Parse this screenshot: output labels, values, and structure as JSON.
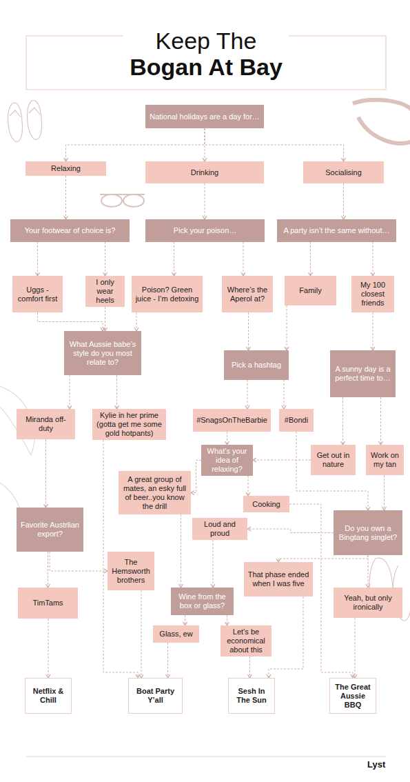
{
  "diagram": {
    "title": "Keep The Bogan At Bay",
    "nodes": [
      {
        "text": [
          "National holidays are a day for…"
        ]
      },
      {
        "text": [
          "Relaxing"
        ]
      },
      {
        "text": [
          "Drinking"
        ]
      },
      {
        "text": [
          "Socialising"
        ]
      },
      {
        "text": [
          "Your footwear of choice is?"
        ]
      },
      {
        "text": [
          "Pick your poison…"
        ]
      },
      {
        "text": [
          "A party isn’t the same without…"
        ]
      },
      {
        "text": [
          "Uggs - comfort first"
        ]
      },
      {
        "text": [
          "I only wear heels"
        ]
      },
      {
        "text": [
          "Poison? Green juice - I’m detoxing"
        ]
      },
      {
        "text": [
          "Where’s the Aperol at?"
        ]
      },
      {
        "text": [
          "Family"
        ]
      },
      {
        "text": [
          "My 100 closest friends"
        ]
      },
      {
        "text": [
          "What Aussie babe’s style do you most relate to?"
        ]
      },
      {
        "text": [
          "Pick a hashtag"
        ]
      },
      {
        "text": [
          "A sunny day is a perfect time to…"
        ]
      },
      {
        "text": [
          "Miranda off-duty"
        ]
      },
      {
        "text": [
          "Kylie in her prime (gotta get me some gold hotpants)"
        ]
      },
      {
        "text": [
          "#SnagsOnTheBarbie"
        ]
      },
      {
        "text": [
          "#Bondi"
        ]
      },
      {
        "text": [
          "What’s your idea of relaxing?"
        ]
      },
      {
        "text": [
          "Get out in nature"
        ]
      },
      {
        "text": [
          "Work on my tan"
        ]
      },
      {
        "text": [
          "A great group of mates, an esky full of beer..you know the drill"
        ]
      },
      {
        "text": [
          "Cooking"
        ]
      },
      {
        "text": [
          "Favorite Austrlian export?"
        ]
      },
      {
        "text": [
          "Do you own a Bingtang singlet?"
        ]
      },
      {
        "text": [
          "Loud and proud"
        ]
      },
      {
        "text": [
          "The Hemsworth brothers"
        ]
      },
      {
        "text": [
          "That phase ended when I was five"
        ]
      },
      {
        "text": [
          "TimTams"
        ]
      },
      {
        "text": [
          "Wine from the box or glass?"
        ]
      },
      {
        "text": [
          "Yeah, but only ironically"
        ]
      },
      {
        "text": [
          "Glass, ew"
        ]
      },
      {
        "text": [
          "Let’s be economical about this"
        ]
      },
      {
        "text": [
          "Netflix & Chill"
        ]
      },
      {
        "text": [
          "Boat Party Y’all"
        ]
      },
      {
        "text": [
          "Sesh In The Sun"
        ]
      },
      {
        "text": [
          "The Great Aussie BBQ"
        ]
      }
    ],
    "edges": [
      {
        "from": 0,
        "to": 1,
        "arrow": "to"
      },
      {
        "from": 0,
        "to": 2,
        "arrow": "to"
      },
      {
        "from": 0,
        "to": 3,
        "arrow": "to"
      },
      {
        "from": 1,
        "to": 4,
        "arrow": "to"
      },
      {
        "from": 2,
        "to": 5,
        "arrow": "to"
      },
      {
        "from": 3,
        "to": 6,
        "arrow": "to"
      },
      {
        "from": 4,
        "to": 7,
        "arrow": "to"
      },
      {
        "from": 4,
        "to": 8,
        "arrow": "to"
      },
      {
        "from": 5,
        "to": 9,
        "arrow": "to"
      },
      {
        "from": 5,
        "to": 10,
        "arrow": "to"
      },
      {
        "from": 6,
        "to": 11,
        "arrow": "to"
      },
      {
        "from": 6,
        "to": 12,
        "arrow": "to"
      },
      {
        "from": 7,
        "to": 13,
        "arrow": "to"
      },
      {
        "from": 8,
        "to": 13,
        "arrow": "to"
      },
      {
        "from": 9,
        "to": 13,
        "arrow": "to"
      },
      {
        "from": 10,
        "to": 14,
        "arrow": "to"
      },
      {
        "from": 11,
        "to": 14,
        "arrow": "to"
      },
      {
        "from": 12,
        "to": 15,
        "arrow": "to"
      },
      {
        "from": 13,
        "to": 16,
        "arrow": "to"
      },
      {
        "from": 13,
        "to": 17,
        "arrow": "to"
      },
      {
        "from": 14,
        "to": 18,
        "arrow": "to"
      },
      {
        "from": 14,
        "to": 19,
        "arrow": "to"
      },
      {
        "from": 15,
        "to": 21,
        "arrow": "to"
      },
      {
        "from": 15,
        "to": 22,
        "arrow": "to"
      },
      {
        "from": 16,
        "to": 25,
        "arrow": "to"
      },
      {
        "from": 17,
        "to": 36,
        "arrow": "to"
      },
      {
        "from": 18,
        "to": 20,
        "arrow": "to"
      },
      {
        "from": 21,
        "to": 20,
        "arrow": "to"
      },
      {
        "from": 20,
        "to": 23,
        "arrow": "to"
      },
      {
        "from": 20,
        "to": 24,
        "arrow": "to"
      },
      {
        "from": 19,
        "to": 26,
        "arrow": "to"
      },
      {
        "from": 22,
        "to": 26,
        "arrow": "to"
      },
      {
        "from": 25,
        "to": 30,
        "arrow": "to"
      },
      {
        "from": 25,
        "to": 28,
        "arrow": "to"
      },
      {
        "from": 26,
        "to": 27,
        "arrow": "to"
      },
      {
        "from": 26,
        "to": 29,
        "arrow": "to"
      },
      {
        "from": 26,
        "to": 32,
        "arrow": "to"
      },
      {
        "from": 23,
        "to": 31,
        "arrow": "to"
      },
      {
        "from": 27,
        "to": 31,
        "arrow": "to"
      },
      {
        "from": 28,
        "to": 36,
        "arrow": "to"
      },
      {
        "from": 24,
        "to": 38,
        "arrow": "to"
      },
      {
        "from": 29,
        "to": 37,
        "arrow": "to"
      },
      {
        "from": 32,
        "to": 38,
        "arrow": "to"
      },
      {
        "from": 30,
        "to": 35,
        "arrow": "to"
      },
      {
        "from": 31,
        "to": 33,
        "arrow": "to"
      },
      {
        "from": 31,
        "to": 34,
        "arrow": "to"
      },
      {
        "from": 33,
        "to": 36,
        "arrow": "to"
      },
      {
        "from": 34,
        "to": 37,
        "arrow": "to"
      }
    ],
    "labels": [
      "Lyst"
    ]
  }
}
